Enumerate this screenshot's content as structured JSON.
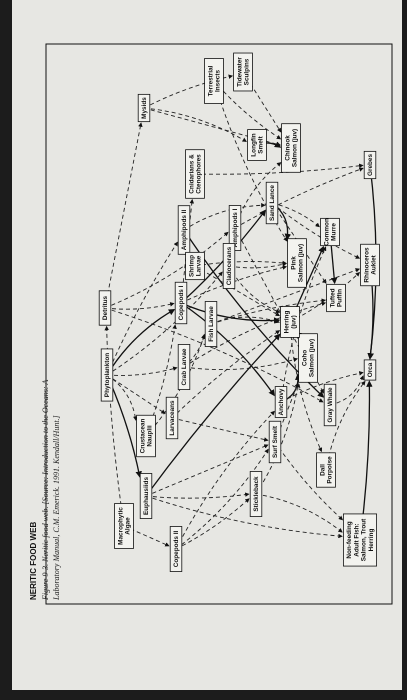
{
  "title": "NERITIC FOOD WEB",
  "caption_line1": "Figure 9-3. Neritic food web. [Source: Introduction to the Oceans: A",
  "caption_line2": "Laboratory Manual, C.M. Emerick. 1991. Kendall/Hunt.]",
  "nodes": [
    {
      "id": "grebes",
      "lines": [
        "Grebes"
      ]
    },
    {
      "id": "rhinoceros-auklet",
      "lines": [
        "Rhinoceros",
        "Auklet"
      ]
    },
    {
      "id": "orca",
      "lines": [
        "Orca"
      ]
    },
    {
      "id": "non-feeding",
      "lines": [
        "Non-feeding",
        "Adult Fish:",
        "Salmon, Trout",
        "Herring"
      ]
    },
    {
      "id": "common-murre",
      "lines": [
        "Common",
        "Murre"
      ]
    },
    {
      "id": "tufted-puffin",
      "lines": [
        "Tufted",
        "Puffin"
      ]
    },
    {
      "id": "gray-whale",
      "lines": [
        "Gray Whale"
      ]
    },
    {
      "id": "dall-porpoise",
      "lines": [
        "Dall",
        "Porpoise"
      ]
    },
    {
      "id": "coho-salmon",
      "lines": [
        "Coho",
        "Salmon (juv)"
      ]
    },
    {
      "id": "chinook-salmon",
      "lines": [
        "Chinook",
        "Salmon (juv)"
      ]
    },
    {
      "id": "pink-salmon",
      "lines": [
        "Pink",
        "Salmon (juv)"
      ]
    },
    {
      "id": "herring",
      "lines": [
        "Herring",
        "(juv)"
      ]
    },
    {
      "id": "anchovy",
      "lines": [
        "Anchovy"
      ]
    },
    {
      "id": "surf-smelt",
      "lines": [
        "Surf Smelt"
      ]
    },
    {
      "id": "sand-lance",
      "lines": [
        "Sand Lance"
      ]
    },
    {
      "id": "longfin-smelt",
      "lines": [
        "Longfin",
        "Smelt"
      ]
    },
    {
      "id": "stickleback",
      "lines": [
        "Stickleback"
      ]
    },
    {
      "id": "tidewater-sculpins",
      "lines": [
        "Tidewater",
        "Sculpins"
      ]
    },
    {
      "id": "terrestrial-insects",
      "lines": [
        "Terrestrial",
        "Insects"
      ]
    },
    {
      "id": "amphipods-i",
      "lines": [
        "Amphipods I"
      ]
    },
    {
      "id": "cladocerans",
      "lines": [
        "Cladocerans"
      ]
    },
    {
      "id": "fish-larvae",
      "lines": [
        "Fish Larvae"
      ]
    },
    {
      "id": "cnidarians",
      "lines": [
        "Cnidarians &",
        "Ctenophores"
      ]
    },
    {
      "id": "amphipods-ii",
      "lines": [
        "Amphipods II"
      ]
    },
    {
      "id": "shrimp-larvae",
      "lines": [
        "Shrimp",
        "Larvae"
      ]
    },
    {
      "id": "copepods-i",
      "lines": [
        "Copepods I"
      ]
    },
    {
      "id": "crab-larvae",
      "lines": [
        "Crab Larvae"
      ]
    },
    {
      "id": "larvaceans",
      "lines": [
        "Larvaceans"
      ]
    },
    {
      "id": "copepods-ii",
      "lines": [
        "Copepods II"
      ]
    },
    {
      "id": "mysids",
      "lines": [
        "Mysids"
      ]
    },
    {
      "id": "crustacean-nauplii",
      "lines": [
        "Crustacean",
        "Nauplii"
      ]
    },
    {
      "id": "euphausiids",
      "lines": [
        "Euphausiids"
      ]
    },
    {
      "id": "detritus",
      "lines": [
        "Detritus"
      ]
    },
    {
      "id": "phytoplankton",
      "lines": [
        "Phytoplankton"
      ]
    },
    {
      "id": "macrophytic-algae",
      "lines": [
        "Macrophytic",
        "Algae"
      ]
    }
  ],
  "edges": [
    {
      "from": "grebes",
      "to": "orca",
      "style": "solid"
    },
    {
      "from": "rhinoceros-auklet",
      "to": "orca",
      "style": "solid"
    },
    {
      "from": "common-murre",
      "to": "tufted-puffin",
      "style": "solid"
    },
    {
      "from": "non-feeding",
      "to": "orca",
      "style": "solid"
    },
    {
      "from": "gray-whale",
      "to": "orca",
      "style": "dashed"
    },
    {
      "from": "dall-porpoise",
      "to": "orca",
      "style": "dashed"
    },
    {
      "from": "herring",
      "to": "coho-salmon",
      "style": "solid"
    },
    {
      "from": "herring",
      "to": "common-murre",
      "style": "solid"
    },
    {
      "from": "herring",
      "to": "rhinoceros-auklet",
      "style": "dashed"
    },
    {
      "from": "herring",
      "to": "dall-porpoise",
      "style": "dashed"
    },
    {
      "from": "sand-lance",
      "to": "pink-salmon",
      "style": "solid"
    },
    {
      "from": "sand-lance",
      "to": "common-murre",
      "style": "dashed"
    },
    {
      "from": "sand-lance",
      "to": "tufted-puffin",
      "style": "dashed"
    },
    {
      "from": "sand-lance",
      "to": "rhinoceros-auklet",
      "style": "dashed"
    },
    {
      "from": "anchovy",
      "to": "coho-salmon",
      "style": "solid"
    },
    {
      "from": "anchovy",
      "to": "common-murre",
      "style": "dashed"
    },
    {
      "from": "anchovy",
      "to": "orca",
      "style": "dashed"
    },
    {
      "from": "surf-smelt",
      "to": "coho-salmon",
      "style": "dashed"
    },
    {
      "from": "surf-smelt",
      "to": "non-feeding",
      "style": "dashed"
    },
    {
      "from": "stickleback",
      "to": "coho-salmon",
      "style": "dashed"
    },
    {
      "from": "stickleback",
      "to": "non-feeding",
      "style": "dashed"
    },
    {
      "from": "longfin-smelt",
      "to": "chinook-salmon",
      "style": "solid"
    },
    {
      "from": "tidewater-sculpins",
      "to": "chinook-salmon",
      "style": "dashed"
    },
    {
      "from": "terrestrial-insects",
      "to": "chinook-salmon",
      "style": "dashed"
    },
    {
      "from": "terrestrial-insects",
      "to": "pink-salmon",
      "style": "dashed"
    },
    {
      "from": "amphipods-i",
      "to": "chinook-salmon",
      "style": "dashed"
    },
    {
      "from": "amphipods-i",
      "to": "grebes",
      "style": "dashed"
    },
    {
      "from": "amphipods-i",
      "to": "gray-whale",
      "style": "dashed"
    },
    {
      "from": "cladocerans",
      "to": "pink-salmon",
      "style": "dashed"
    },
    {
      "from": "cladocerans",
      "to": "herring",
      "style": "dashed"
    },
    {
      "from": "fish-larvae",
      "to": "herring",
      "style": "dashed"
    },
    {
      "from": "fish-larvae",
      "to": "tufted-puffin",
      "style": "dashed"
    },
    {
      "from": "fish-larvae",
      "to": "rhinoceros-auklet",
      "style": "dashed"
    },
    {
      "from": "cnidarians",
      "to": "grebes",
      "style": "dashed"
    },
    {
      "from": "amphipods-ii",
      "to": "gray-whale",
      "style": "solid"
    },
    {
      "from": "amphipods-ii",
      "to": "sand-lance",
      "style": "dashed"
    },
    {
      "from": "shrimp-larvae",
      "to": "pink-salmon",
      "style": "dashed"
    },
    {
      "from": "shrimp-larvae",
      "to": "herring",
      "style": "dashed"
    },
    {
      "from": "copepods-i",
      "to": "sand-lance",
      "style": "solid"
    },
    {
      "from": "copepods-i",
      "to": "herring",
      "style": "solid"
    },
    {
      "from": "copepods-i",
      "to": "anchovy",
      "style": "solid"
    },
    {
      "from": "copepods-i",
      "to": "pink-salmon",
      "style": "dashed"
    },
    {
      "from": "copepods-i",
      "to": "cnidarians",
      "style": "dashed"
    },
    {
      "from": "crab-larvae",
      "to": "fish-larvae",
      "style": "dashed"
    },
    {
      "from": "crab-larvae",
      "to": "coho-salmon",
      "style": "dashed"
    },
    {
      "from": "crab-larvae",
      "to": "tufted-puffin",
      "style": "dashed"
    },
    {
      "from": "larvaceans",
      "to": "herring",
      "style": "dashed"
    },
    {
      "from": "larvaceans",
      "to": "surf-smelt",
      "style": "dashed"
    },
    {
      "from": "copepods-ii",
      "to": "stickleback",
      "style": "dashed"
    },
    {
      "from": "copepods-ii",
      "to": "surf-smelt",
      "style": "dashed"
    },
    {
      "from": "copepods-ii",
      "to": "anchovy",
      "style": "dashed"
    },
    {
      "from": "euphausiids",
      "to": "herring",
      "style": "solid"
    },
    {
      "from": "euphausiids",
      "to": "surf-smelt",
      "style": "dashed"
    },
    {
      "from": "euphausiids",
      "to": "stickleback",
      "style": "dashed"
    },
    {
      "from": "euphausiids",
      "to": "non-feeding",
      "style": "dashed"
    },
    {
      "from": "mysids",
      "to": "longfin-smelt",
      "style": "dashed"
    },
    {
      "from": "mysids",
      "to": "tidewater-sculpins",
      "style": "dashed"
    },
    {
      "from": "mysids",
      "to": "chinook-salmon",
      "style": "dashed"
    },
    {
      "from": "crustacean-nauplii",
      "to": "copepods-i",
      "style": "dashed"
    },
    {
      "from": "crustacean-nauplii",
      "to": "fish-larvae",
      "style": "dashed"
    },
    {
      "from": "phytoplankton",
      "to": "copepods-i",
      "style": "solid"
    },
    {
      "from": "phytoplankton",
      "to": "euphausiids",
      "style": "solid"
    },
    {
      "from": "phytoplankton",
      "to": "larvaceans",
      "style": "dashed"
    },
    {
      "from": "phytoplankton",
      "to": "crab-larvae",
      "style": "dashed"
    },
    {
      "from": "phytoplankton",
      "to": "cladocerans",
      "style": "dashed"
    },
    {
      "from": "phytoplankton",
      "to": "crustacean-nauplii",
      "style": "dashed"
    },
    {
      "from": "phytoplankton",
      "to": "amphipods-ii",
      "style": "dashed"
    },
    {
      "from": "detritus",
      "to": "mysids",
      "style": "dashed"
    },
    {
      "from": "detritus",
      "to": "copepods-i",
      "style": "dashed"
    },
    {
      "from": "detritus",
      "to": "amphipods-i",
      "style": "dashed"
    },
    {
      "from": "detritus",
      "to": "gray-whale",
      "style": "dashed"
    },
    {
      "from": "macrophytic-algae",
      "to": "detritus",
      "style": "dashed"
    },
    {
      "from": "macrophytic-algae",
      "to": "copepods-ii",
      "style": "dashed"
    }
  ]
}
